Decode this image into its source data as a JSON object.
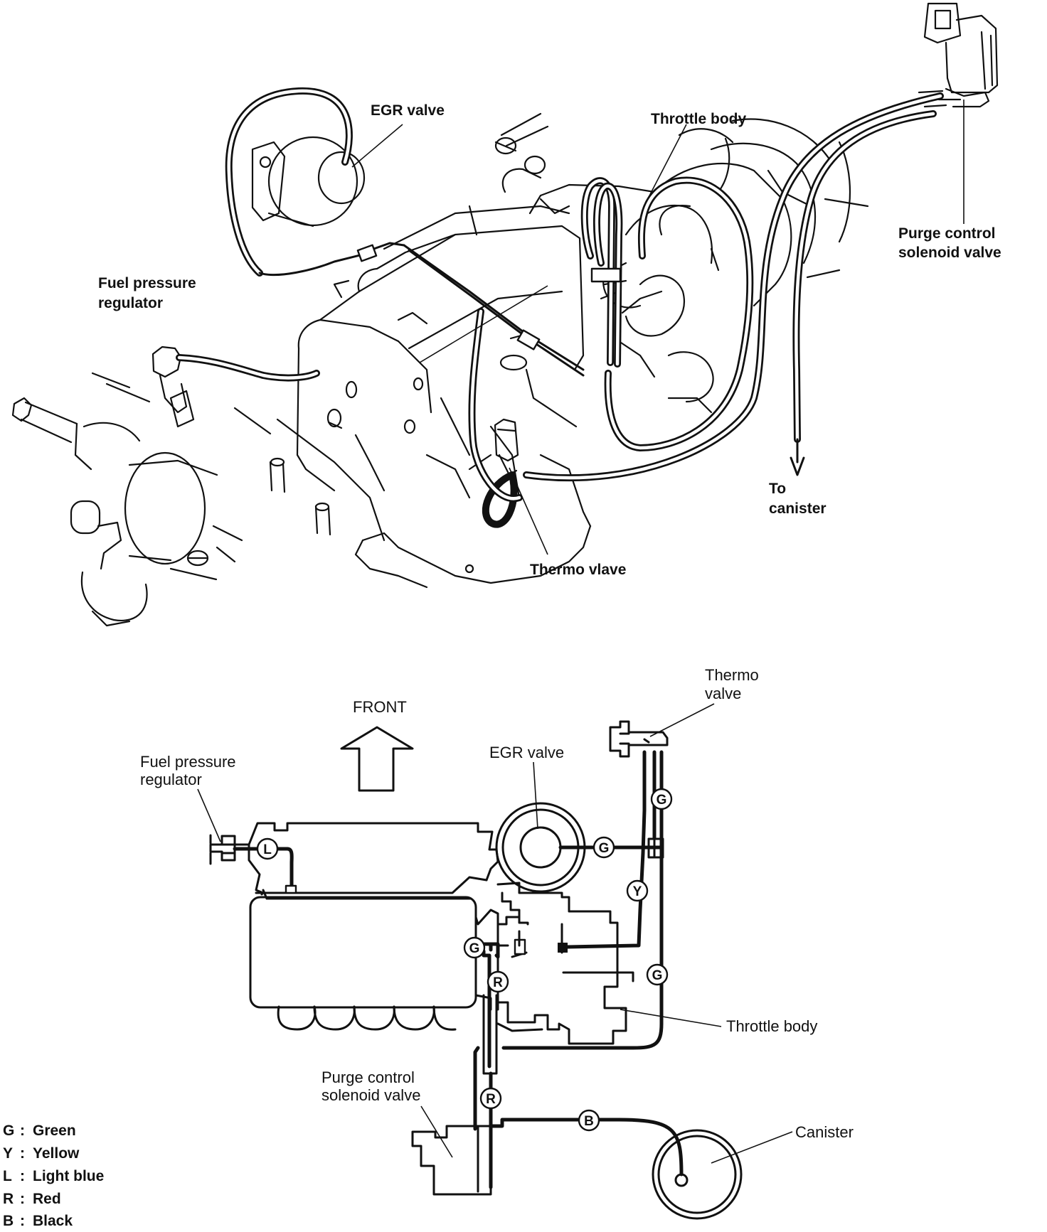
{
  "perspective": {
    "egr_valve": "EGR valve",
    "throttle_body": "Throttle body",
    "purge_valve_line1": "Purge control",
    "purge_valve_line2": "solenoid valve",
    "fuel_reg_line1": "Fuel pressure",
    "fuel_reg_line2": "regulator",
    "to_canister_line1": "To",
    "to_canister_line2": "canister",
    "thermo_valve": "Thermo vlave"
  },
  "schematic": {
    "front": "FRONT",
    "thermo_line1": "Thermo",
    "thermo_line2": "valve",
    "egr_valve": "EGR  valve",
    "fuel_reg_line1": "Fuel  pressure",
    "fuel_reg_line2": "regulator",
    "throttle_body": "Throttle  body",
    "purge_line1": "Purge  control",
    "purge_line2": "solenoid  valve",
    "canister": "Canister"
  },
  "hose_tags": {
    "fuel_reg": "L",
    "egr": "G",
    "thermo_upper": "G",
    "yellow": "Y",
    "thermo_lower": "G",
    "throttle_left": "G",
    "red_upper": "R",
    "red_lower": "R",
    "black": "B"
  },
  "legend": [
    {
      "code": "G",
      "sep": ":",
      "name": "Green"
    },
    {
      "code": "Y",
      "sep": ":",
      "name": "Yellow"
    },
    {
      "code": "L",
      "sep": ":",
      "name": "Light  blue"
    },
    {
      "code": "R",
      "sep": ":",
      "name": "Red"
    },
    {
      "code": "B",
      "sep": ":",
      "name": "Black"
    }
  ]
}
